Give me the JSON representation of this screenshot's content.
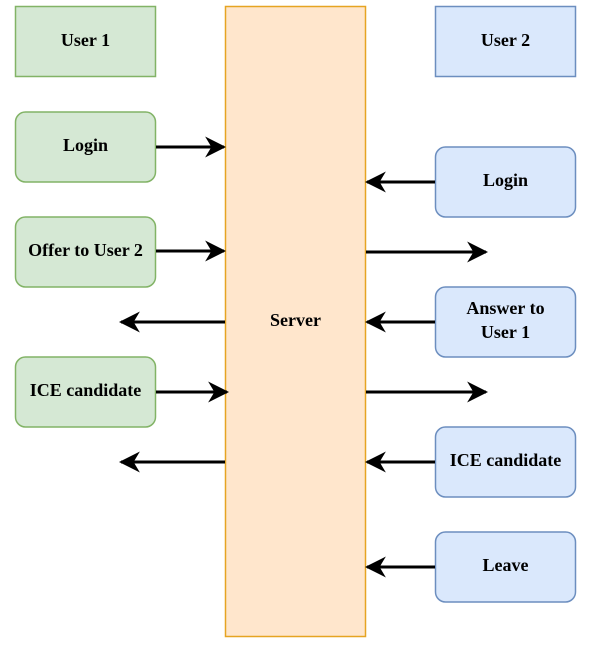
{
  "user1": {
    "header": "User 1",
    "login": "Login",
    "offer": "Offer to User 2",
    "ice": "ICE candidate"
  },
  "server": {
    "label": "Server"
  },
  "user2": {
    "header": "User 2",
    "login": "Login",
    "answer_line1": "Answer to",
    "answer_line2": "User 1",
    "ice": "ICE candidate",
    "leave": "Leave"
  },
  "colors": {
    "user1_fill": "#d5e8d4",
    "user1_stroke": "#82b366",
    "user2_fill": "#dae8fc",
    "user2_stroke": "#6c8ebf",
    "server_fill": "#ffe6cc",
    "server_stroke": "#e6a422",
    "arrow": "#000000"
  }
}
